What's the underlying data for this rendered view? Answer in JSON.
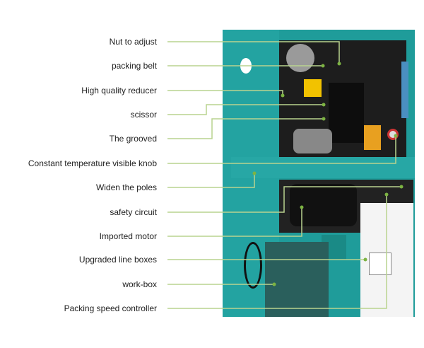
{
  "labels": [
    "Nut to adjust",
    "packing belt",
    "High quality reducer",
    "scissor",
    "The grooved",
    "Constant temperature visible knob",
    "Widen the poles",
    "safety circuit",
    "Imported motor",
    "Upgraded line boxes",
    "work-box",
    "Packing speed controller"
  ],
  "colors": {
    "frame": "#1f9c9a",
    "leader": "#b9d38f",
    "dot": "#7cb342"
  }
}
